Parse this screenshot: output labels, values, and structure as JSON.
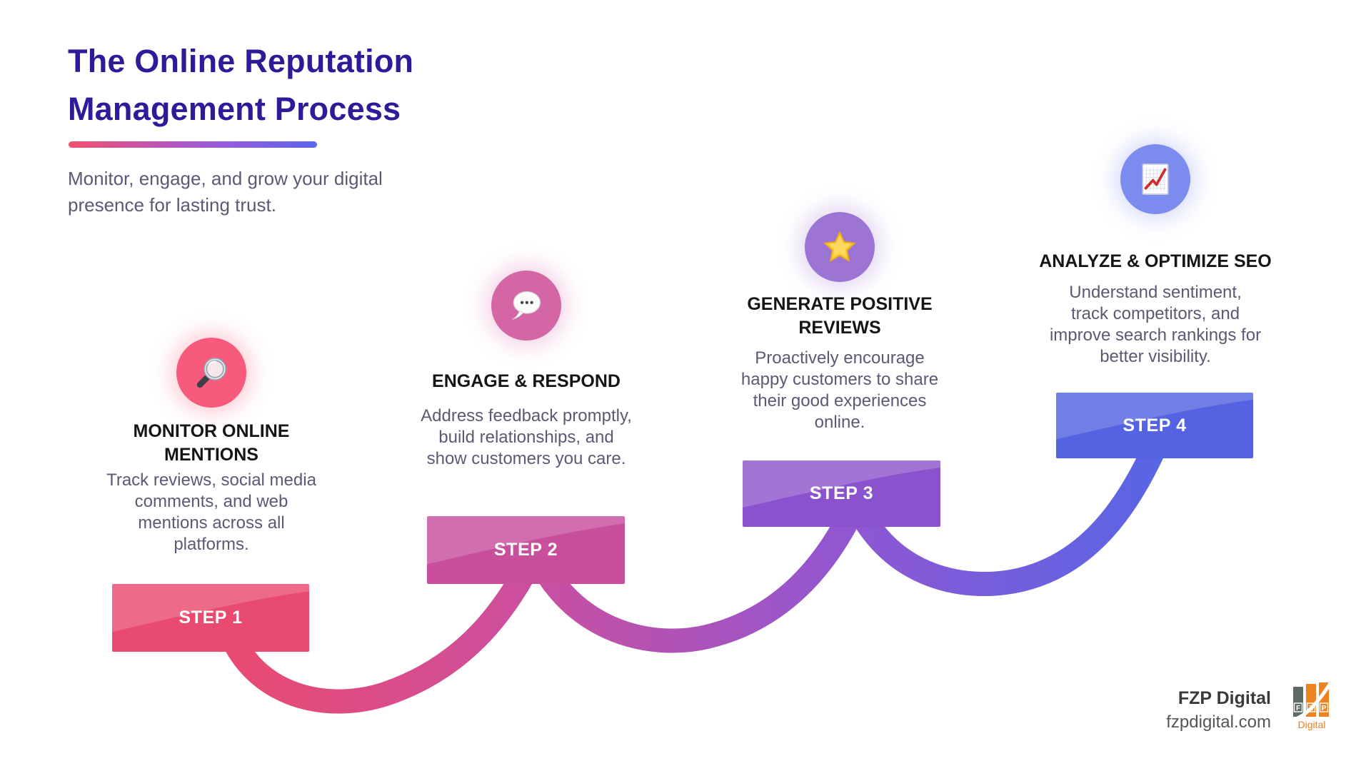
{
  "header": {
    "title_line1": "The Online Reputation",
    "title_line2": "Management Process",
    "subtitle": "Monitor, engage, and grow your digital presence for lasting trust."
  },
  "steps": [
    {
      "step_label": "STEP 1",
      "title": "MONITOR ONLINE MENTIONS",
      "description": "Track reviews, social media comments, and web mentions across all platforms.",
      "icon": "magnifying-glass-icon",
      "circle_color": "#f85a7c",
      "banner_color": "#e94a70"
    },
    {
      "step_label": "STEP 2",
      "title": "ENGAGE & RESPOND",
      "description": "Address feedback promptly, build relationships, and show customers you care.",
      "icon": "speech-balloon-icon",
      "circle_color": "#d466a6",
      "banner_color": "#c74f9c"
    },
    {
      "step_label": "STEP 3",
      "title": "GENERATE POSITIVE REVIEWS",
      "description": "Proactively encourage happy customers to share their good experiences online.",
      "icon": "star-icon",
      "circle_color": "#9c74d4",
      "banner_color": "#8a52cc"
    },
    {
      "step_label": "STEP 4",
      "title": "ANALYZE & OPTIMIZE SEO",
      "description": "Understand sentiment, track competitors, and improve search rankings for better visibility.",
      "icon": "chart-increasing-icon",
      "circle_color": "#7c8bee",
      "banner_color": "#5463e2"
    }
  ],
  "footer": {
    "brand": "FZP Digital",
    "website": "fzpdigital.com",
    "logo_letters": [
      "F",
      "Z",
      "P"
    ],
    "logo_word": "Digital"
  },
  "colors": {
    "title_text": "#2e1b99",
    "body_text": "#5d5873",
    "underline_gradient": [
      "#f4506e",
      "#a158d8",
      "#5b67ee"
    ],
    "connector_gradient": [
      "#ea4a6d",
      "#cc4f9e",
      "#8f57d2",
      "#5566e6"
    ]
  }
}
